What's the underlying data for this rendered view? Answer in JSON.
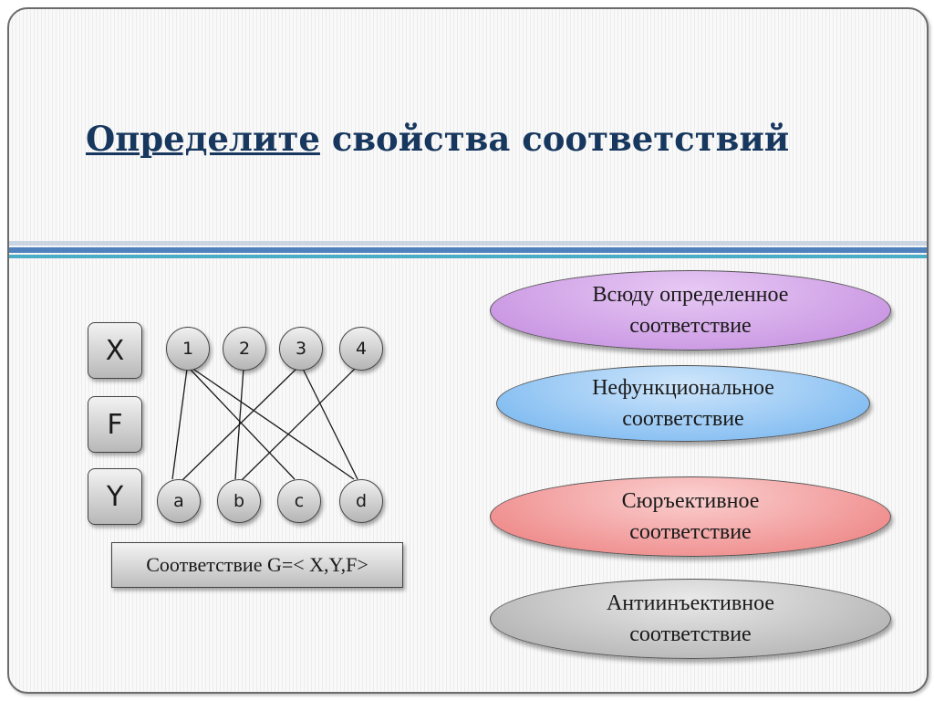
{
  "title": {
    "underlined": "Определите",
    "rest": " свойства соответствий"
  },
  "sets": {
    "x_label": "X",
    "f_label": "F",
    "y_label": "Y"
  },
  "x_nodes": [
    "1",
    "2",
    "3",
    "4"
  ],
  "y_nodes": [
    "a",
    "b",
    "c",
    "d"
  ],
  "edges": [
    [
      "1",
      "a"
    ],
    [
      "1",
      "c"
    ],
    [
      "1",
      "d"
    ],
    [
      "2",
      "b"
    ],
    [
      "3",
      "a"
    ],
    [
      "3",
      "d"
    ],
    [
      "4",
      "b"
    ]
  ],
  "formula": "Соответствие G=< X,Y,F>",
  "options": [
    {
      "line1": "Всюду определенное",
      "line2": "соответствие",
      "color": "#c28ade"
    },
    {
      "line1": "Нефункциональное",
      "line2": "соответствие",
      "color": "#6fb2ef"
    },
    {
      "line1": "Сюръективное",
      "line2": "соответствие",
      "color": "#ec7b7b"
    },
    {
      "line1": "Антиинъективное",
      "line2": "соответствие",
      "color": "#a9a9a9"
    }
  ]
}
